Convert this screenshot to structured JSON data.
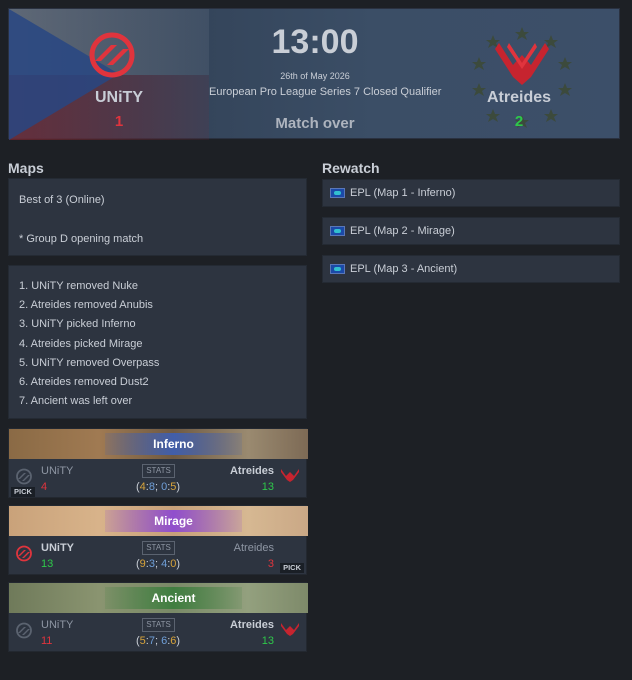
{
  "header": {
    "left_team": {
      "name": "UNiTY",
      "score": "1"
    },
    "right_team": {
      "name": "Atreides",
      "score": "2"
    },
    "time": "13:00",
    "date": "26th of May 2026",
    "event": "European Pro League Series 7 Closed Qualifier",
    "status": "Match over"
  },
  "maps_section": {
    "title": "Maps",
    "format": "Best of 3 (Online)",
    "note": "* Group D opening match",
    "veto": [
      "1. UNiTY removed Nuke",
      "2. Atreides removed Anubis",
      "3. UNiTY picked Inferno",
      "4. Atreides picked Mirage",
      "5. UNiTY removed Overpass",
      "6. Atreides removed Dust2",
      "7. Ancient was left over"
    ]
  },
  "map_results": [
    {
      "map": "Inferno",
      "left_name": "UNiTY",
      "left_score": "4",
      "right_name": "Atreides",
      "right_score": "13",
      "stats_label": "STATS",
      "halves": {
        "open": "(",
        "a1": "4",
        "b1": "8",
        "sep": "; ",
        "a2": "0",
        "b2": "5",
        "close": ")"
      },
      "pick": "PICK"
    },
    {
      "map": "Mirage",
      "left_name": "UNiTY",
      "left_score": "13",
      "right_name": "Atreides",
      "right_score": "3",
      "stats_label": "STATS",
      "halves": {
        "open": "(",
        "a1": "9",
        "b1": "3",
        "sep": "; ",
        "a2": "4",
        "b2": "0",
        "close": ")"
      },
      "pick": "PICK"
    },
    {
      "map": "Ancient",
      "left_name": "UNiTY",
      "left_score": "11",
      "right_name": "Atreides",
      "right_score": "13",
      "stats_label": "STATS",
      "halves": {
        "open": "(",
        "a1": "5",
        "b1": "7",
        "sep": "; ",
        "a2": "6",
        "b2": "6",
        "close": ")"
      }
    }
  ],
  "rewatch": {
    "title": "Rewatch",
    "items": [
      "EPL (Map 1 - Inferno)",
      "EPL (Map 2 - Mirage)",
      "EPL (Map 3 - Ancient)"
    ]
  },
  "colors": {
    "background": "#1d2025",
    "panel": "#2d3440",
    "loss_score": "#e0343d",
    "win_score": "#2ec84a",
    "half_t": "#d7a33a",
    "half_ct": "#6f9fd8",
    "inferno_label": "#3d5fb4",
    "mirage_label": "#8a45d6",
    "ancient_label": "#3a7d3c"
  }
}
